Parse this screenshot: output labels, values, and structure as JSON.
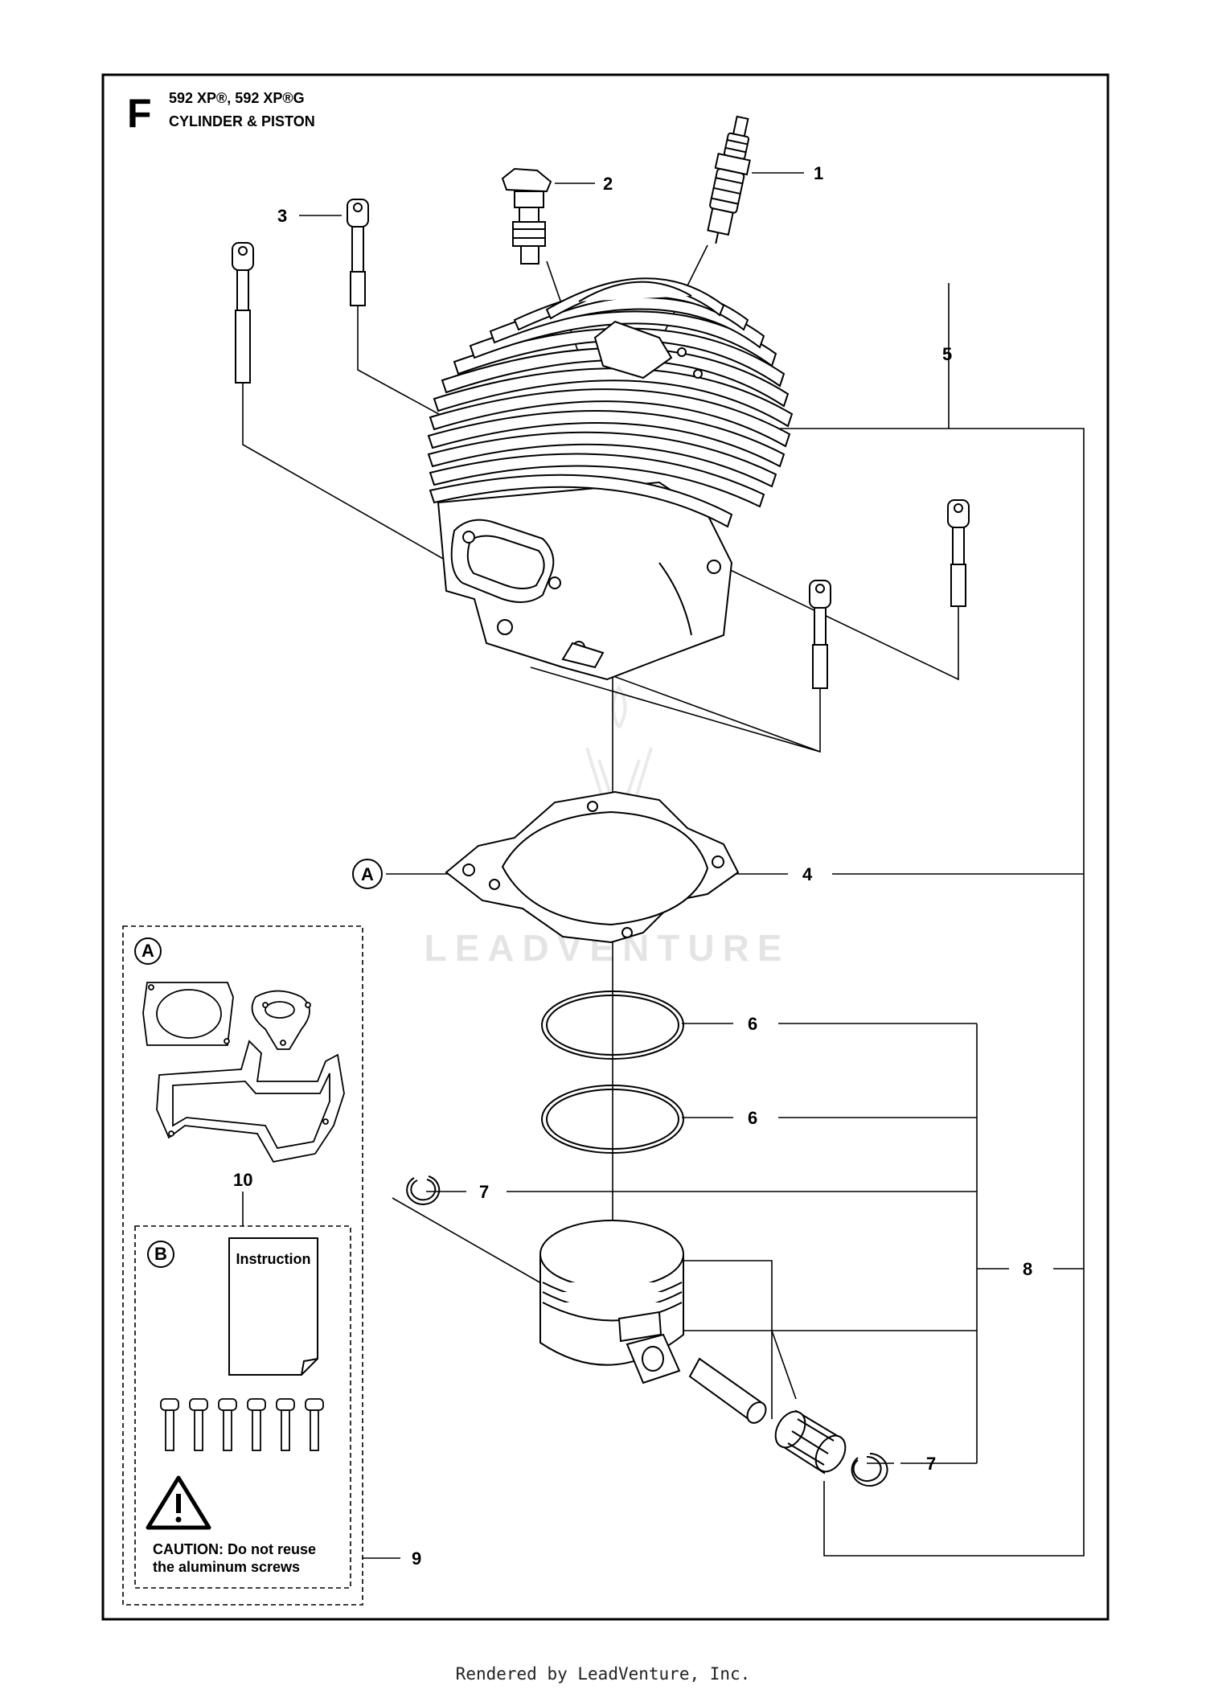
{
  "section_letter": "F",
  "model_line": "592 XP®, 592 XP®G",
  "title": "CYLINDER & PISTON",
  "callouts": {
    "c1": "1",
    "c2": "2",
    "c3": "3",
    "c4": "4",
    "c5": "5",
    "c6a": "6",
    "c6b": "6",
    "c7a": "7",
    "c7b": "7",
    "c8": "8",
    "c9": "9",
    "c10": "10"
  },
  "kit_labels": {
    "a_marker": "A",
    "a_box": "A",
    "b_box": "B"
  },
  "instruction_label": "Instruction",
  "caution": {
    "line1": "CAUTION: Do not reuse",
    "line2": "the aluminum screws"
  },
  "watermark": "LEADVENTURE",
  "footer": "Rendered by LeadVenture, Inc."
}
